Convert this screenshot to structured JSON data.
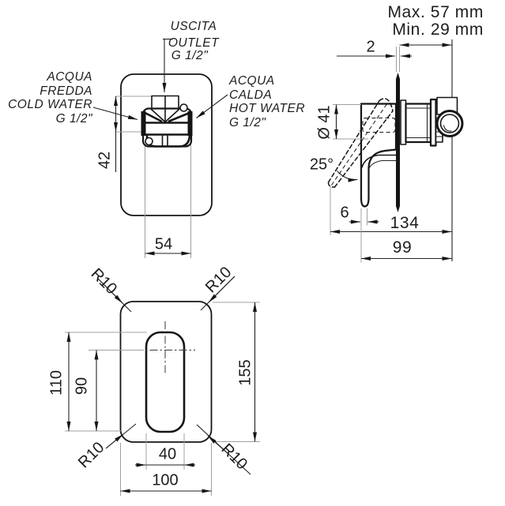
{
  "front_view": {
    "outlet_label": {
      "l1": "USCITA",
      "l2": "OUTLET",
      "l3": "G 1/2\""
    },
    "cold_water_label": {
      "l1": "ACQUA",
      "l2": "FREDDA",
      "l3": "COLD WATER",
      "l4": "G 1/2\""
    },
    "hot_water_label": {
      "l1": "ACQUA",
      "l2": "CALDA",
      "l3": "HOT WATER",
      "l4": "G 1/2\""
    },
    "dim_outlet_offset": "42",
    "dim_inlet_spacing": "54"
  },
  "side_view": {
    "depth_max": "Max. 57 mm",
    "depth_min": "Min. 29 mm",
    "dim_wall_plate_thickness": "2",
    "dim_handle_diameter": "Ø 41",
    "dim_handle_angle": "25°",
    "dim_lever_tip_thickness": "6",
    "dim_total_depth": "134",
    "dim_front_depth": "99"
  },
  "plan_view": {
    "dim_corner_radius": "R10",
    "dim_slot_height": "110",
    "dim_slot_center_offset": "90",
    "dim_plate_height": "155",
    "dim_slot_width": "40",
    "dim_plate_width": "100"
  }
}
